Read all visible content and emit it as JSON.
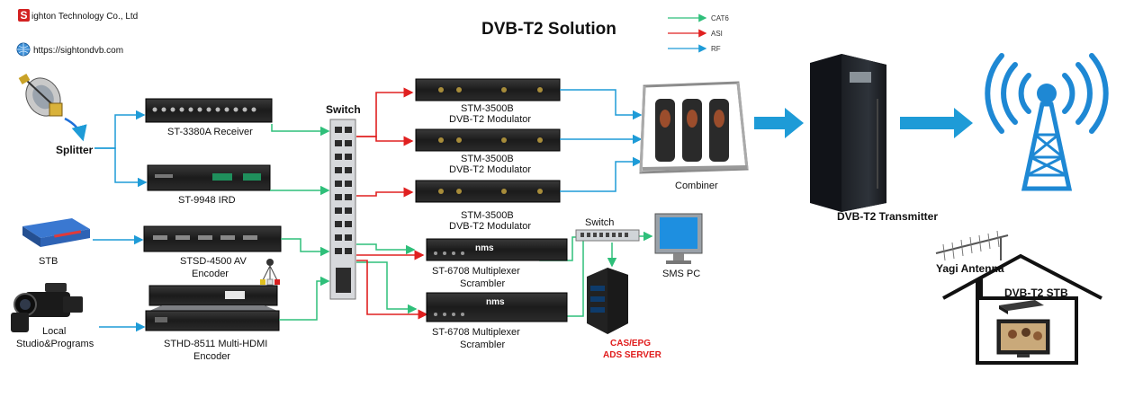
{
  "title": "DVB-T2 Solution",
  "company": {
    "logo_letter": "S",
    "name_rest": "ighton Technology Co., Ltd",
    "website": "https://sightondvb.com"
  },
  "legend": [
    {
      "label": "CAT6",
      "color": "#2fbf7a"
    },
    {
      "label": "ASI",
      "color": "#e02020"
    },
    {
      "label": "RF",
      "color": "#1e9bd7"
    }
  ],
  "labels": {
    "splitter": "Splitter",
    "receiver": "ST-3380A Receiver",
    "ird": "ST-9948 IRD",
    "stb_left": "STB",
    "encoder_av_1": "STSD-4500 AV",
    "encoder_av_2": "Encoder",
    "local_1": "Local",
    "local_2": "Studio&Programs",
    "hdmi_1": "STHD-8511 Multi-HDMI",
    "hdmi_2": "Encoder",
    "switch_main": "Switch",
    "mod1_1": "STM-3500B",
    "mod1_2": "DVB-T2 Modulator",
    "mod2_1": "STM-3500B",
    "mod2_2": "DVB-T2 Modulator",
    "mod3_1": "STM-3500B",
    "mod3_2": "DVB-T2 Modulator",
    "mux1_1": "ST-6708 Multiplexer",
    "mux1_2": "Scrambler",
    "mux2_1": "ST-6708 Multiplexer",
    "mux2_2": "Scrambler",
    "nms": "nms",
    "switch_small": "Switch",
    "cas_1": "CAS/EPG",
    "cas_2": "ADS SERVER",
    "sms_pc": "SMS PC",
    "combiner": "Combiner",
    "transmitter": "DVB-T2 Transmitter",
    "yagi": "Yagi Antenna",
    "stb_home": "DVB-T2 STB"
  }
}
